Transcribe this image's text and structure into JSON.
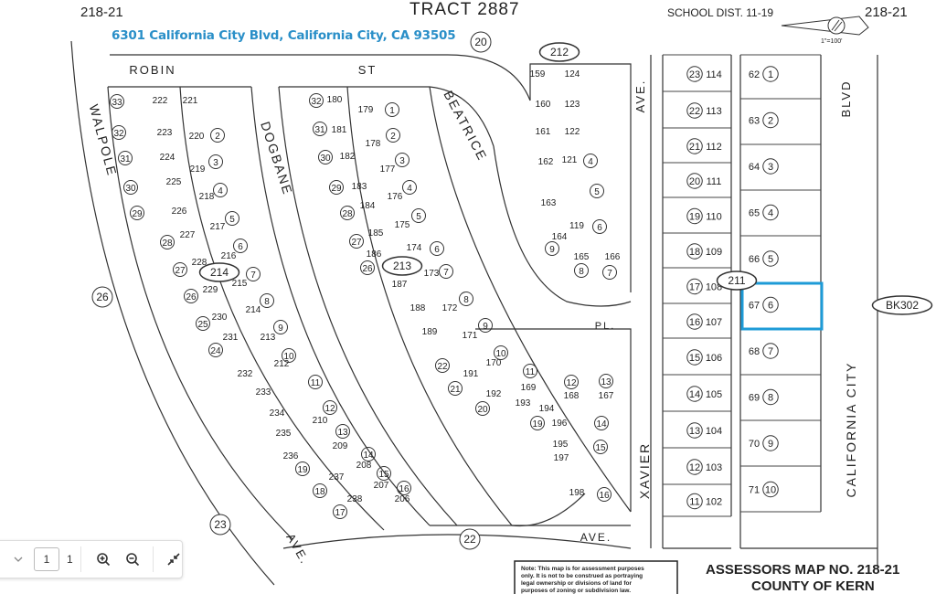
{
  "map": {
    "tract_title": "TRACT 2887",
    "map_number_left": "218-21",
    "map_number_right": "218-21",
    "school_dist": "SCHOOL DIST. 11-19",
    "scale": "1\"=100'",
    "address_annotation": "6301 California City Blvd, California City, CA 93505",
    "highlight_color": "#1e9bd7",
    "assessors_map": "ASSESSORS MAP NO. 218-21",
    "county": "COUNTY OF KERN",
    "note": [
      "Note: This map is for assessment purposes",
      "only. It is not to be construed as portraying",
      "legal ownership or divisions of land for",
      "purposes of zoning or subdivision law."
    ],
    "streets": [
      "ROBIN",
      "ST",
      "WALPOLE",
      "DOGBANE",
      "BEATRICE",
      "AVE.",
      "XAVIER",
      "AVE.",
      "AVE.",
      "PL.",
      "BLVD",
      "CALIFORNIA CITY"
    ],
    "blocks": [
      "20",
      "26",
      "23",
      "22",
      "212",
      "214",
      "213",
      "211",
      "BK302"
    ],
    "xavier_lots": [
      {
        "circle": "23",
        "parcel": "114"
      },
      {
        "circle": "22",
        "parcel": "113"
      },
      {
        "circle": "21",
        "parcel": "112"
      },
      {
        "circle": "20",
        "parcel": "111"
      },
      {
        "circle": "19",
        "parcel": "110"
      },
      {
        "circle": "18",
        "parcel": "109"
      },
      {
        "circle": "17",
        "parcel": "108"
      },
      {
        "circle": "16",
        "parcel": "107"
      },
      {
        "circle": "15",
        "parcel": "106"
      },
      {
        "circle": "14",
        "parcel": "105"
      },
      {
        "circle": "13",
        "parcel": "104"
      },
      {
        "circle": "12",
        "parcel": "103"
      },
      {
        "circle": "11",
        "parcel": "102"
      }
    ],
    "blvd_lots": [
      {
        "parcel": "62",
        "circle": "1"
      },
      {
        "parcel": "63",
        "circle": "2"
      },
      {
        "parcel": "64",
        "circle": "3"
      },
      {
        "parcel": "65",
        "circle": "4"
      },
      {
        "parcel": "66",
        "circle": "5"
      },
      {
        "parcel": "67",
        "circle": "6"
      },
      {
        "parcel": "68",
        "circle": "7"
      },
      {
        "parcel": "69",
        "circle": "8"
      },
      {
        "parcel": "70",
        "circle": "9"
      },
      {
        "parcel": "71",
        "circle": "10"
      }
    ],
    "lot_labels": [
      {
        "t": "33",
        "c": true
      },
      {
        "t": "222"
      },
      {
        "t": "221"
      },
      {
        "t": "32",
        "c": true
      },
      {
        "t": "223"
      },
      {
        "t": "220"
      },
      {
        "t": "2",
        "c": true
      },
      {
        "t": "31",
        "c": true
      },
      {
        "t": "224"
      },
      {
        "t": "219"
      },
      {
        "t": "3",
        "c": true
      },
      {
        "t": "30",
        "c": true
      },
      {
        "t": "225"
      },
      {
        "t": "218"
      },
      {
        "t": "4",
        "c": true
      },
      {
        "t": "29",
        "c": true
      },
      {
        "t": "226"
      },
      {
        "t": "217"
      },
      {
        "t": "5",
        "c": true
      },
      {
        "t": "28",
        "c": true
      },
      {
        "t": "227"
      },
      {
        "t": "216"
      },
      {
        "t": "6",
        "c": true
      },
      {
        "t": "27",
        "c": true
      },
      {
        "t": "228"
      },
      {
        "t": "215"
      },
      {
        "t": "7",
        "c": true
      },
      {
        "t": "26",
        "c": true
      },
      {
        "t": "229"
      },
      {
        "t": "214"
      },
      {
        "t": "8",
        "c": true
      },
      {
        "t": "25",
        "c": true
      },
      {
        "t": "230"
      },
      {
        "t": "213"
      },
      {
        "t": "9",
        "c": true
      },
      {
        "t": "24",
        "c": true
      },
      {
        "t": "231"
      },
      {
        "t": "212"
      },
      {
        "t": "10",
        "c": true
      },
      {
        "t": "232"
      },
      {
        "t": "11",
        "c": true
      },
      {
        "t": "210"
      },
      {
        "t": "12",
        "c": true
      },
      {
        "t": "233"
      },
      {
        "t": "234"
      },
      {
        "t": "209"
      },
      {
        "t": "13",
        "c": true
      },
      {
        "t": "235"
      },
      {
        "t": "236"
      },
      {
        "t": "208"
      },
      {
        "t": "14",
        "c": true
      },
      {
        "t": "19",
        "c": true
      },
      {
        "t": "237"
      },
      {
        "t": "207"
      },
      {
        "t": "15",
        "c": true
      },
      {
        "t": "18",
        "c": true
      },
      {
        "t": "238"
      },
      {
        "t": "206"
      },
      {
        "t": "16",
        "c": true
      },
      {
        "t": "17",
        "c": true
      },
      {
        "t": "32",
        "c": true
      },
      {
        "t": "180"
      },
      {
        "t": "179"
      },
      {
        "t": "1",
        "c": true
      },
      {
        "t": "31",
        "c": true
      },
      {
        "t": "181"
      },
      {
        "t": "178"
      },
      {
        "t": "2",
        "c": true
      },
      {
        "t": "30",
        "c": true
      },
      {
        "t": "182"
      },
      {
        "t": "177"
      },
      {
        "t": "3",
        "c": true
      },
      {
        "t": "29",
        "c": true
      },
      {
        "t": "183"
      },
      {
        "t": "176"
      },
      {
        "t": "4",
        "c": true
      },
      {
        "t": "28",
        "c": true
      },
      {
        "t": "184"
      },
      {
        "t": "175"
      },
      {
        "t": "5",
        "c": true
      },
      {
        "t": "27",
        "c": true
      },
      {
        "t": "185"
      },
      {
        "t": "174"
      },
      {
        "t": "6",
        "c": true
      },
      {
        "t": "26",
        "c": true
      },
      {
        "t": "186"
      },
      {
        "t": "173"
      },
      {
        "t": "7",
        "c": true
      },
      {
        "t": "187"
      },
      {
        "t": "172"
      },
      {
        "t": "8",
        "c": true
      },
      {
        "t": "188"
      },
      {
        "t": "171"
      },
      {
        "t": "9",
        "c": true
      },
      {
        "t": "189"
      },
      {
        "t": "170"
      },
      {
        "t": "10",
        "c": true
      },
      {
        "t": "22",
        "c": true
      },
      {
        "t": "191"
      },
      {
        "t": "11",
        "c": true
      },
      {
        "t": "21",
        "c": true
      },
      {
        "t": "192"
      },
      {
        "t": "169"
      },
      {
        "t": "20",
        "c": true
      },
      {
        "t": "193"
      },
      {
        "t": "194"
      },
      {
        "t": "19",
        "c": true
      },
      {
        "t": "195"
      },
      {
        "t": "196"
      },
      {
        "t": "197"
      },
      {
        "t": "198"
      },
      {
        "t": "14",
        "c": true
      },
      {
        "t": "15",
        "c": true
      },
      {
        "t": "16",
        "c": true
      },
      {
        "t": "13",
        "c": true
      },
      {
        "t": "12",
        "c": true
      },
      {
        "t": "167"
      },
      {
        "t": "168"
      },
      {
        "t": "159"
      },
      {
        "t": "124"
      },
      {
        "t": "160"
      },
      {
        "t": "123"
      },
      {
        "t": "161"
      },
      {
        "t": "122"
      },
      {
        "t": "162"
      },
      {
        "t": "121"
      },
      {
        "t": "4",
        "c": true
      },
      {
        "t": "163"
      },
      {
        "t": "5",
        "c": true
      },
      {
        "t": "119"
      },
      {
        "t": "6",
        "c": true
      },
      {
        "t": "164"
      },
      {
        "t": "9",
        "c": true
      },
      {
        "t": "165"
      },
      {
        "t": "166"
      },
      {
        "t": "8",
        "c": true
      },
      {
        "t": "7",
        "c": true
      }
    ]
  },
  "viewer": {
    "toolbar": {
      "page_input": "1",
      "page_count": "1",
      "icons": [
        "chevron-down-icon",
        "zoom-in-icon",
        "zoom-out-icon",
        "collapse-icon"
      ]
    }
  }
}
